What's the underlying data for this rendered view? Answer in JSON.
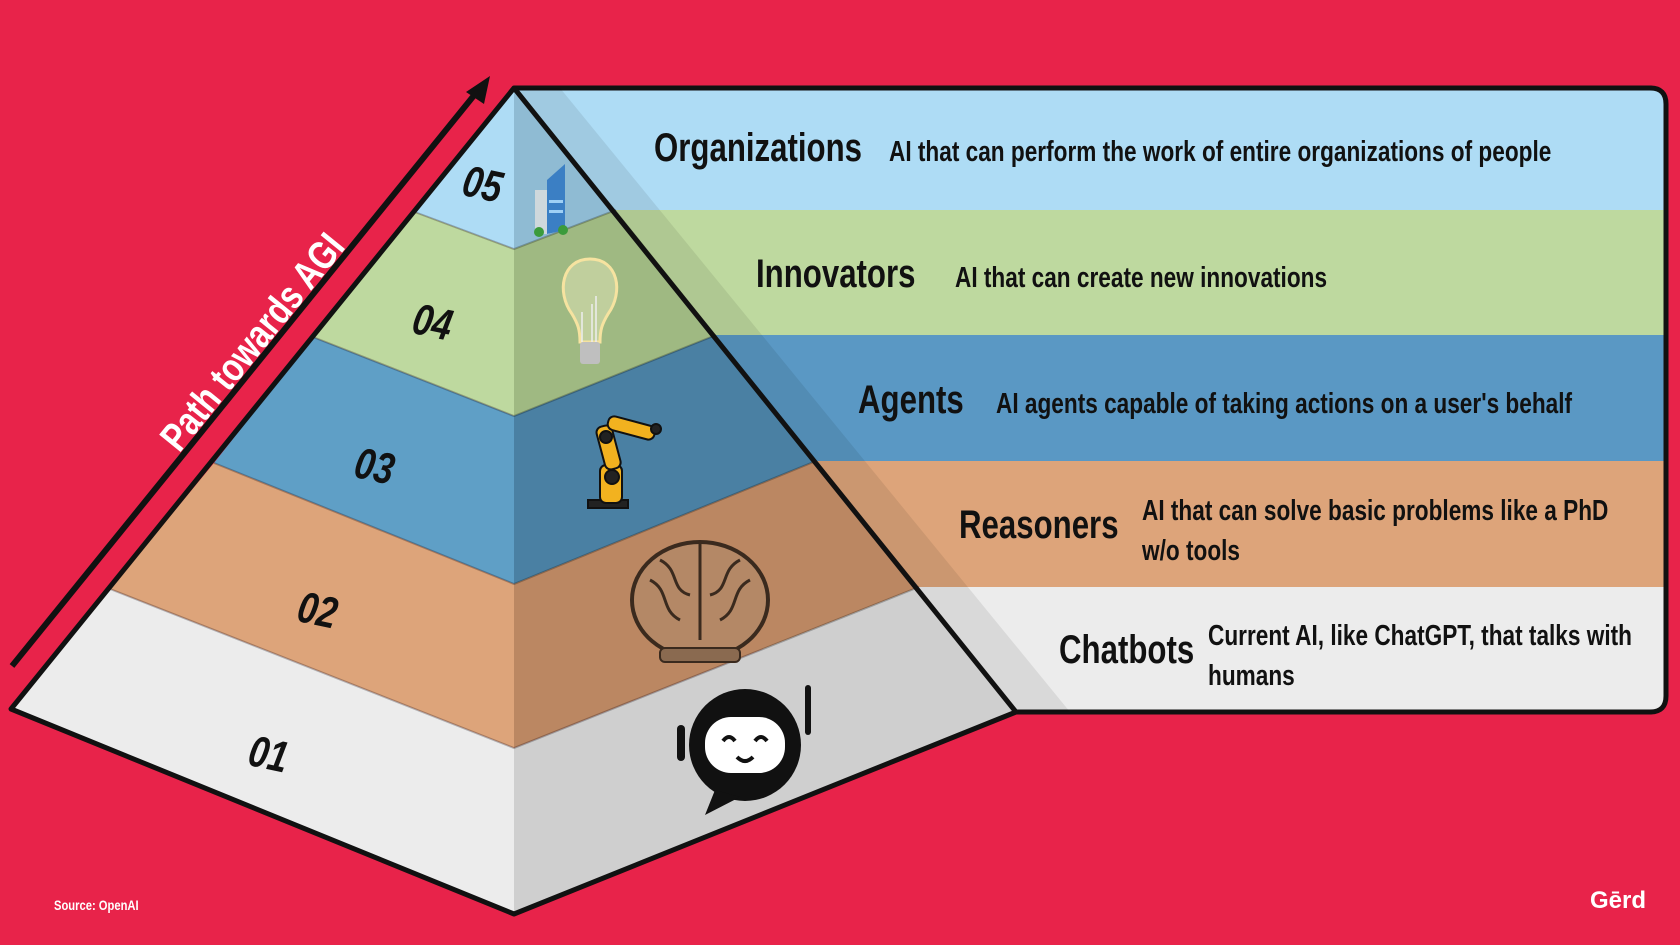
{
  "side_label": "Path towards AGI",
  "source": "Source: OpenAI",
  "logo": "Gērd",
  "colors": {
    "background": "#e8234a",
    "level5": "#aedcf5",
    "level4": "#bed99f",
    "level3": "#5f9fc6",
    "level2": "#dda47a",
    "level1": "#ececec"
  },
  "levels": [
    {
      "number": "05",
      "title": "Organizations",
      "description": "AI that can perform the work of entire organizations of people",
      "icon": "building-icon"
    },
    {
      "number": "04",
      "title": "Innovators",
      "description": "AI that can create new innovations",
      "icon": "lightbulb-icon"
    },
    {
      "number": "03",
      "title": "Agents",
      "description": "AI agents capable of taking actions on a user's behalf",
      "icon": "robot-arm-icon"
    },
    {
      "number": "02",
      "title": "Reasoners",
      "description": "AI that can solve basic problems like a PhD w/o tools",
      "icon": "brain-icon"
    },
    {
      "number": "01",
      "title": "Chatbots",
      "description": "Current AI, like ChatGPT, that talks with humans",
      "icon": "chatbot-icon"
    }
  ]
}
